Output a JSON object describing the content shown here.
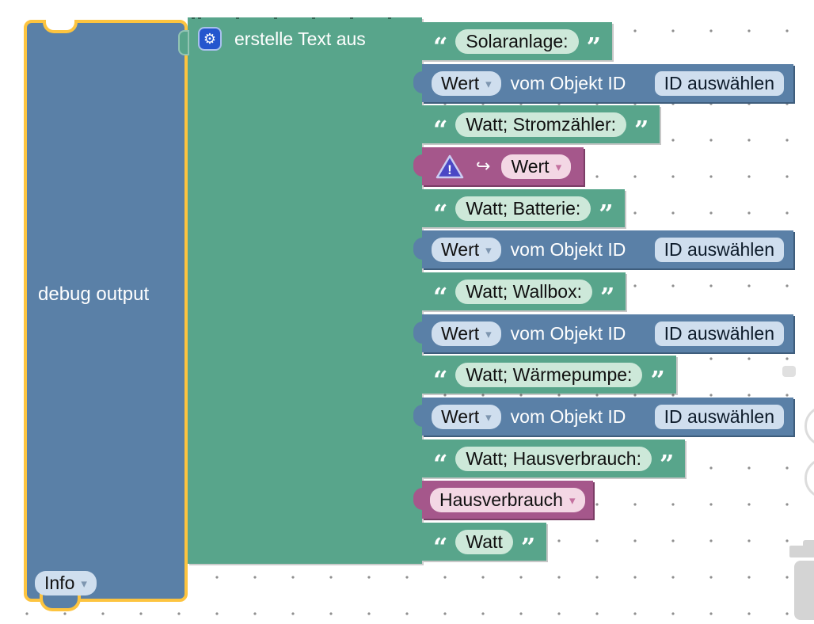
{
  "workspace": {
    "background": "#ffffff",
    "grid_dot_color": "#8f8f8f"
  },
  "colors": {
    "text_block": "#58a58b",
    "text_field": "#cde8d9",
    "value_block": "#5a80a7",
    "value_field": "#cfdeee",
    "warning_block": "#a5578b",
    "warning_field": "#f3d7e4",
    "selection": "#fdc43f",
    "grid": "#8f8f8f",
    "gear_bg": "#2456ce",
    "warning_icon": "#4a47c5"
  },
  "icons": {
    "gear": "⚙",
    "dropdown_arrow": "▾",
    "hook_arrow": "↪",
    "warning_mark": "!",
    "quote_open": "“",
    "quote_close": "”"
  },
  "debug_block": {
    "label": "debug output",
    "dropdown_value": "Info"
  },
  "create_text_block": {
    "label": "erstelle Text aus"
  },
  "rows": [
    {
      "type": "text",
      "value": "Solaranlage:"
    },
    {
      "type": "object",
      "dropdown": "Wert",
      "label": "vom Objekt ID",
      "button": "ID auswählen"
    },
    {
      "type": "text",
      "value": "Watt; Stromzähler:"
    },
    {
      "type": "warning",
      "dropdown": "Wert"
    },
    {
      "type": "text",
      "value": "Watt; Batterie:"
    },
    {
      "type": "object",
      "dropdown": "Wert",
      "label": "vom Objekt ID",
      "button": "ID auswählen"
    },
    {
      "type": "text",
      "value": "Watt; Wallbox:"
    },
    {
      "type": "object",
      "dropdown": "Wert",
      "label": "vom Objekt ID",
      "button": "ID auswählen"
    },
    {
      "type": "text",
      "value": "Watt; Wärmepumpe:"
    },
    {
      "type": "object",
      "dropdown": "Wert",
      "label": "vom Objekt ID",
      "button": "ID auswählen"
    },
    {
      "type": "text",
      "value": "Watt; Hausverbrauch:"
    },
    {
      "type": "variable",
      "dropdown": "Hausverbrauch"
    },
    {
      "type": "text",
      "value": "Watt"
    }
  ]
}
